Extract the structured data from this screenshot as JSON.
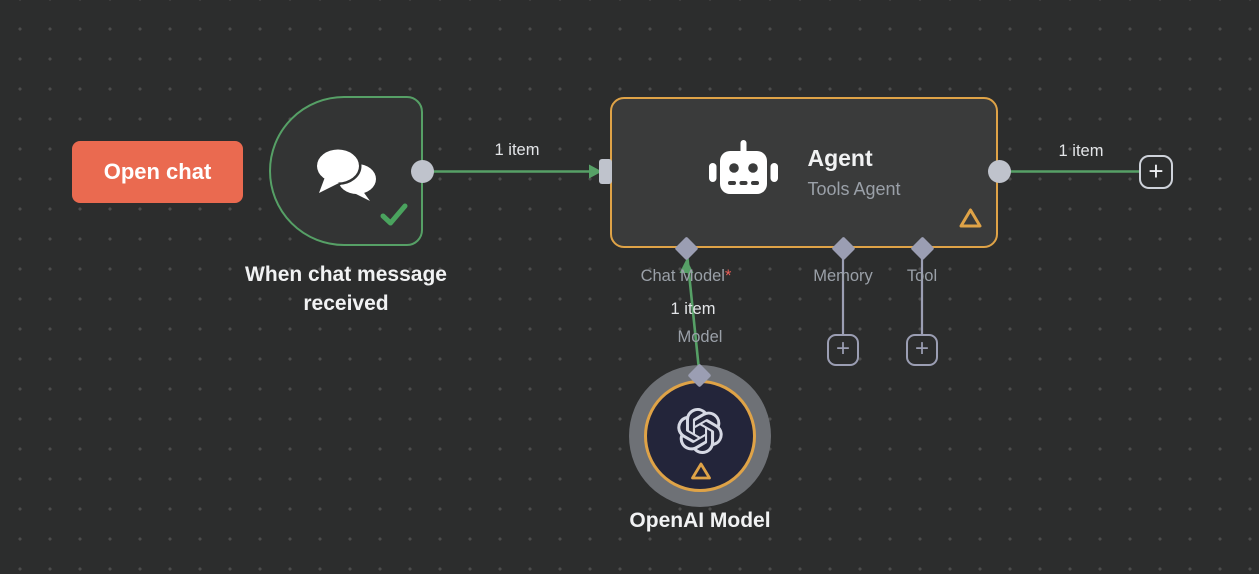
{
  "colors": {
    "canvas-bg": "#2c2d2d",
    "dot": "#4b4c4c",
    "node-fill": "#3a3b3b",
    "trigger-fill": "#333434",
    "green": "#56a066",
    "orange": "#dfa347",
    "coral": "#ea6a50",
    "connector-gray": "#bfc3cc",
    "sub-connector": "#9b9eb3",
    "text-primary": "#f1f2f3",
    "text-secondary": "#9aa0a8",
    "required-red": "#ea5e57",
    "openai-fill": "#23253a",
    "openai-ring": "#6e7176"
  },
  "buttons": {
    "open_chat": "Open chat",
    "add_node_plus": "+",
    "memory_add_plus": "+",
    "tool_add_plus": "+"
  },
  "nodes": {
    "trigger": {
      "label": "When chat message received",
      "icon": "chat-bubbles-icon",
      "status_icon": "check-icon"
    },
    "agent": {
      "title": "Agent",
      "subtitle": "Tools Agent",
      "icon": "robot-icon",
      "warning_icon": "warning-triangle-icon",
      "sub_inputs": [
        {
          "label": "Chat Model",
          "required_marker": "*"
        },
        {
          "label": "Memory"
        },
        {
          "label": "Tool"
        }
      ]
    },
    "openai": {
      "label": "OpenAI Model",
      "icon": "openai-logo-icon",
      "warning_icon": "warning-triangle-icon"
    }
  },
  "connections": {
    "trigger_to_agent": {
      "label": "1 item"
    },
    "agent_output": {
      "label": "1 item"
    },
    "model_to_agent": {
      "item_label": "1 item",
      "port_label": "Model"
    }
  }
}
